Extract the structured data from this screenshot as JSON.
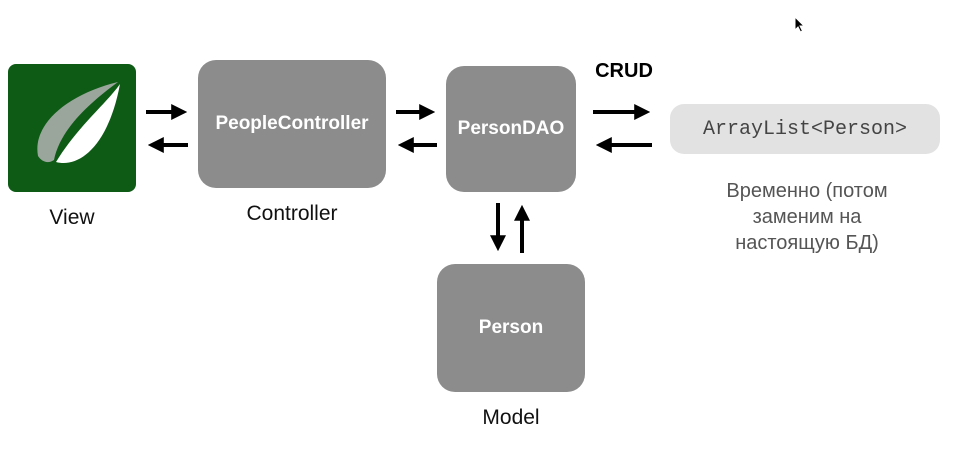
{
  "view": {
    "icon": "leaf-logo-icon",
    "caption": "View",
    "tile_color": "#0e5b16"
  },
  "controller": {
    "box_label": "PeopleController",
    "caption": "Controller"
  },
  "dao": {
    "box_label": "PersonDAO"
  },
  "model": {
    "box_label": "Person",
    "caption": "Model"
  },
  "storage": {
    "crud_label": "CRUD",
    "box_label": "ArrayList<Person>",
    "note_lines": [
      "Временно (потом",
      "заменим на",
      "настоящую БД)"
    ]
  },
  "colors": {
    "node_fill": "#8c8c8c",
    "storage_fill": "#e2e2e2",
    "arrow": "#000000"
  }
}
